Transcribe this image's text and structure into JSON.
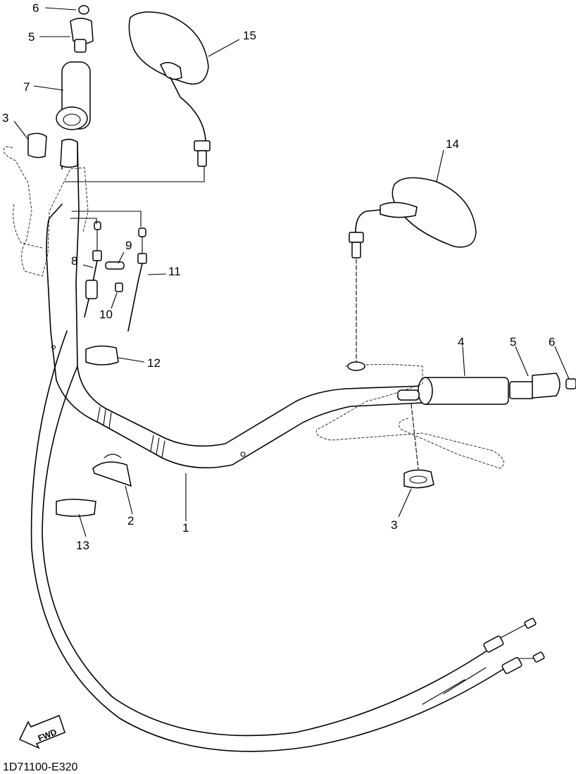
{
  "diagram_code": "1D71100-E320",
  "fwd_label": "FWD",
  "callouts": {
    "c1": "1",
    "c2": "2",
    "c3a": "3",
    "c3b": "3",
    "c4": "4",
    "c5a": "5",
    "c5b": "5",
    "c6a": "6",
    "c6b": "6",
    "c7": "7",
    "c8": "8",
    "c9": "9",
    "c10": "10",
    "c11": "11",
    "c12": "12",
    "c13": "13",
    "c14": "14",
    "c15": "15"
  }
}
